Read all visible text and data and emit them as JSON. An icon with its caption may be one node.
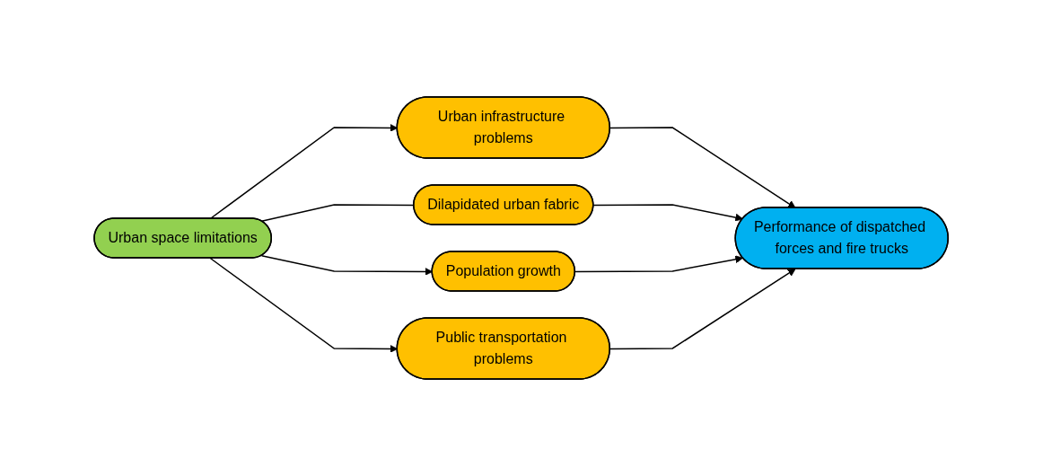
{
  "diagram": {
    "nodes": [
      {
        "text": [
          "Urban space limitations"
        ]
      },
      {
        "text": [
          "Urban infrastructure problems"
        ]
      },
      {
        "text": [
          "Dilapidated urban fabric"
        ]
      },
      {
        "text": [
          "Population growth"
        ]
      },
      {
        "text": [
          "Public transportation problems"
        ]
      },
      {
        "text": [
          "Performance of dispatched forces and fire trucks"
        ]
      }
    ],
    "edges": [
      {
        "from": 0,
        "to": 1,
        "arrow": "to"
      },
      {
        "from": 0,
        "to": 2,
        "arrow": "none"
      },
      {
        "from": 0,
        "to": 3,
        "arrow": "to"
      },
      {
        "from": 0,
        "to": 4,
        "arrow": "to"
      },
      {
        "from": 1,
        "to": 5,
        "arrow": "to"
      },
      {
        "from": 2,
        "to": 5,
        "arrow": "to"
      },
      {
        "from": 3,
        "to": 5,
        "arrow": "to"
      },
      {
        "from": 4,
        "to": 5,
        "arrow": "to"
      }
    ]
  }
}
